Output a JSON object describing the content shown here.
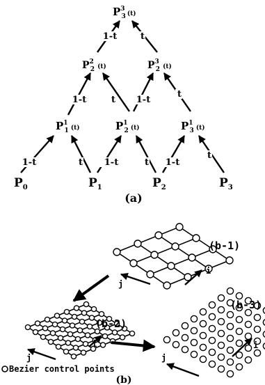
{
  "colors": {
    "ink": "#000000",
    "background": "#ffffff"
  },
  "part_a": {
    "label": "(a)",
    "top": {
      "main": "P",
      "sub": "3",
      "sup": "3",
      "arg": "(t)"
    },
    "level2": [
      {
        "main": "P",
        "sub": "2",
        "sup": "2",
        "arg": "(t)"
      },
      {
        "main": "P",
        "sub": "2",
        "sup": "3",
        "arg": "(t)"
      }
    ],
    "level1": [
      {
        "main": "P",
        "sub": "1",
        "sup": "1",
        "arg": "(t)"
      },
      {
        "main": "P",
        "sub": "2",
        "sup": "1",
        "arg": "(t)"
      },
      {
        "main": "P",
        "sub": "3",
        "sup": "1",
        "arg": "(t)"
      }
    ],
    "base": [
      {
        "main": "P",
        "sub": "0"
      },
      {
        "main": "P",
        "sub": "1"
      },
      {
        "main": "P",
        "sub": "2"
      },
      {
        "main": "P",
        "sub": "3"
      }
    ],
    "weights": {
      "left": "1-t",
      "right": "t"
    }
  },
  "part_b": {
    "label": "(b)",
    "grids": [
      {
        "label": "(b-1)",
        "axis_j": "j",
        "axis_i": "i"
      },
      {
        "label": "(b-2)",
        "axis_j": "j",
        "axis_i": "i"
      },
      {
        "label": "(b-3)",
        "axis_j": "j",
        "axis_i": "i"
      }
    ],
    "legend": {
      "symbol": "O",
      "text": "Bezier control points"
    }
  }
}
